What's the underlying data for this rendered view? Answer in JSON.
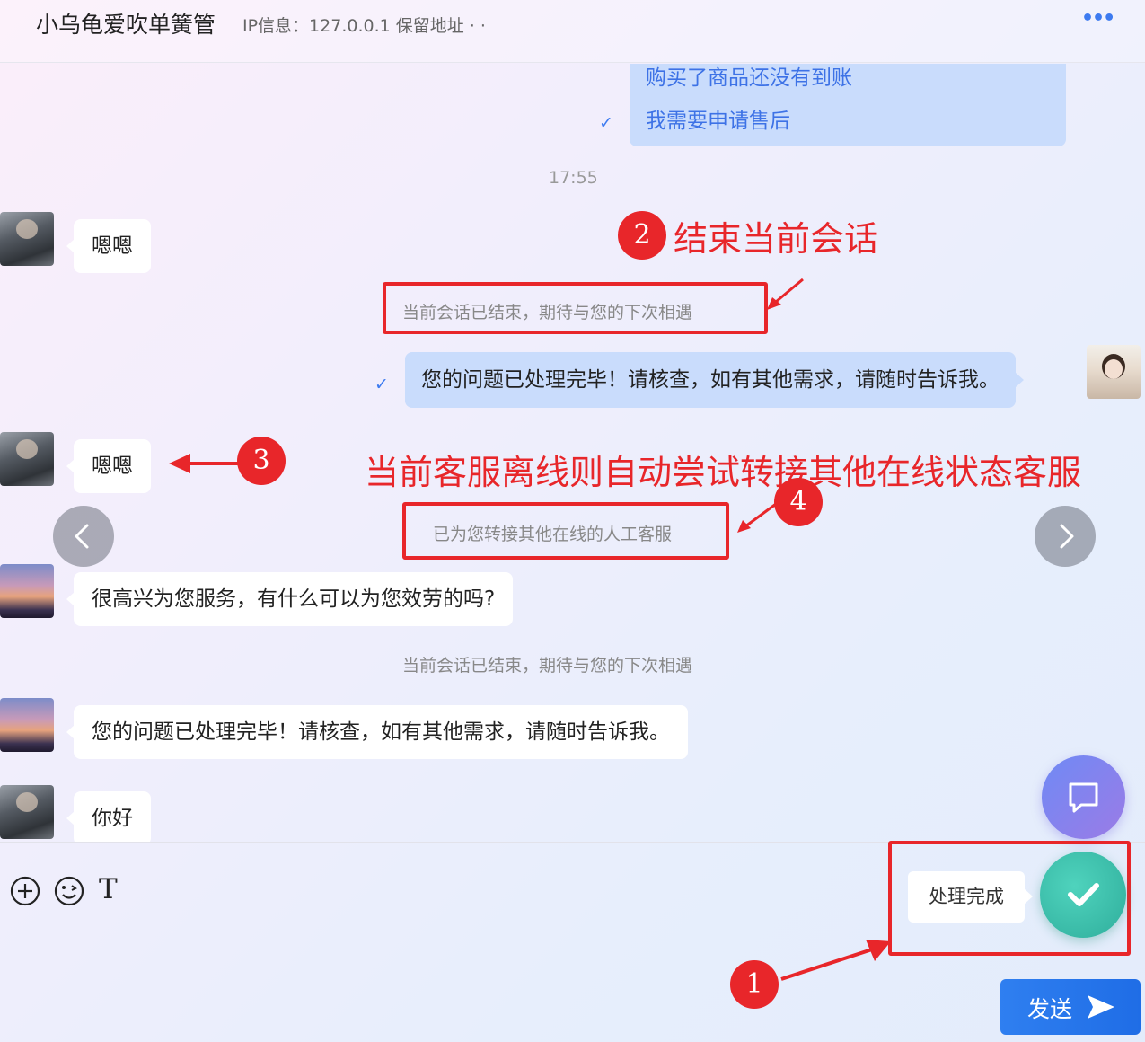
{
  "header": {
    "name": "小乌龟爱吹单簧管",
    "ip_info": "IP信息：127.0.0.1   保留地址 · ·",
    "more": "•••"
  },
  "messages": {
    "top_bubble_line1": "购买了商品还没有到账",
    "top_bubble_line2": "我需要申请售后",
    "time": "17:55",
    "m1": "嗯嗯",
    "sys1": "当前会话已结束，期待与您的下次相遇",
    "agent_reply": "您的问题已处理完毕！请核查，如有其他需求，请随时告诉我。",
    "m2": "嗯嗯",
    "sys2": "已为您转接其他在线的人工客服",
    "m3": "很高兴为您服务，有什么可以为您效劳的吗?",
    "sys3": "当前会话已结束，期待与您的下次相遇",
    "m4": "您的问题已处理完毕！请核查，如有其他需求，请随时告诉我。",
    "m5": "你好",
    "check": "✓"
  },
  "annotations": {
    "a1_num": "1",
    "a2_num": "2",
    "a2_text": "结束当前会话",
    "a3_num": "3",
    "a4_num": "4",
    "a4_text": "当前客服离线则自动尝试转接其他在线状态客服"
  },
  "toolbar": {
    "done_label": "处理完成",
    "send_label": "发送",
    "text_tool": "T"
  },
  "colors": {
    "accent": "#3d7bf0",
    "annotation_red": "#e8262a",
    "done_green": "#2fae9c",
    "send_blue": "#1f6de6"
  },
  "icons": [
    "add-circle-icon",
    "emoji-icon",
    "text-format-icon",
    "chat-icon",
    "check-icon",
    "send-icon",
    "chevron-left-icon",
    "chevron-right-icon"
  ]
}
